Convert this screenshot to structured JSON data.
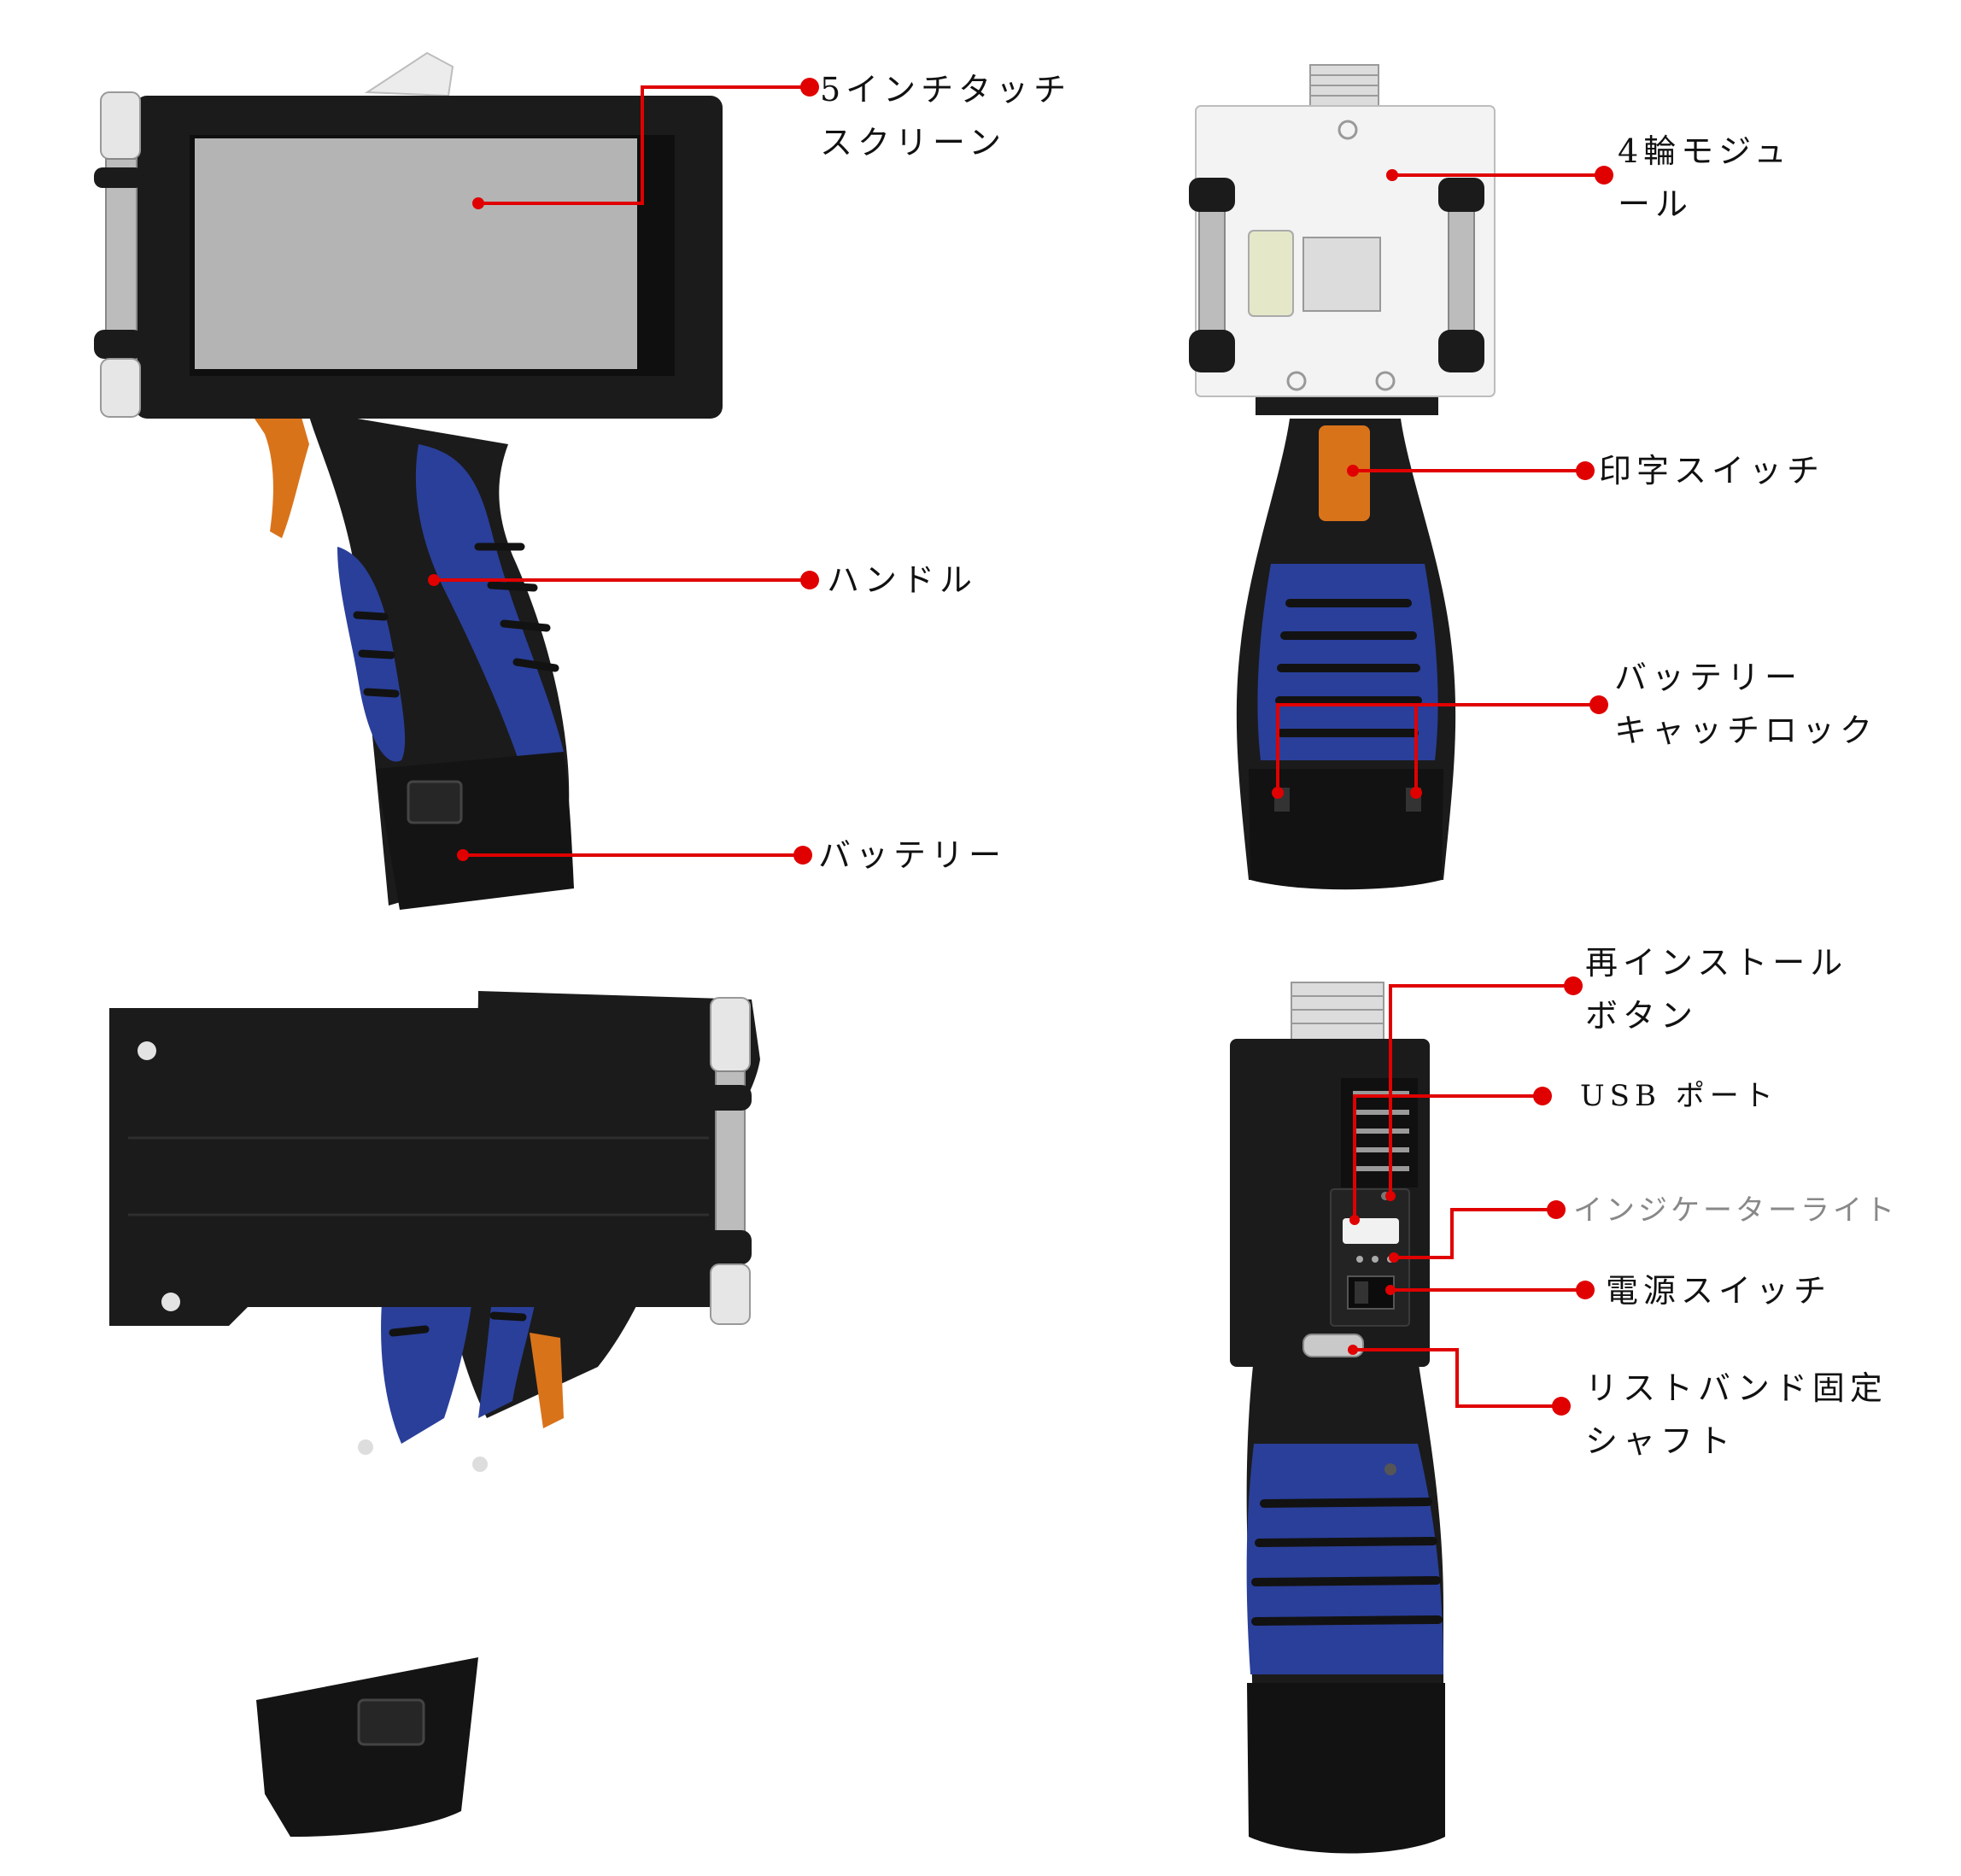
{
  "colors": {
    "leader": "#e00000",
    "body": "#1b1b1b",
    "grip": "#2a3f9a",
    "trigger": "#d9731a",
    "screen": "#b4b4b4",
    "module": "#f3f3f3",
    "rail": "#b8b8b8",
    "label_muted": "#888888"
  },
  "labels": {
    "touch_screen": [
      "5インチタッチ",
      "スクリーン"
    ],
    "handle": "ハンドル",
    "battery": "バッテリー",
    "wheel_module": [
      "4輪モジュ",
      "ール"
    ],
    "print_switch": "印字スイッチ",
    "battery_lock": [
      "バッテリー",
      "キャッチロック"
    ],
    "reinstall_button": [
      "再インストール",
      "ボタン"
    ],
    "usb_port": "USB ポート",
    "indicator_light": "インジケーターライト",
    "power_switch": "電源スイッチ",
    "wrist_strap_shaft": [
      "リストバンド固定",
      "シャフト"
    ]
  }
}
